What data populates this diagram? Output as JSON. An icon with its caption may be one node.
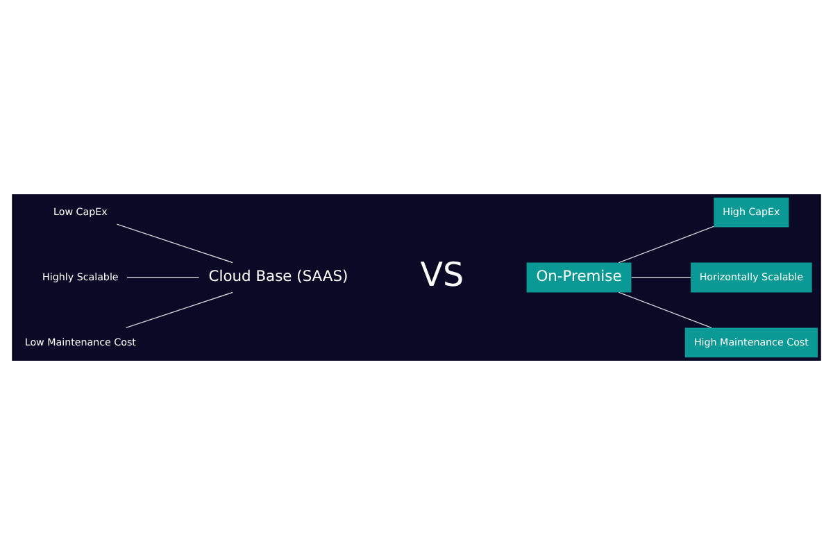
{
  "diagram": {
    "nodes": [
      {
        "text": [
          "Low CapEx"
        ]
      },
      {
        "text": [
          "Highly Scalable"
        ]
      },
      {
        "text": [
          "Low Maintenance Cost"
        ]
      },
      {
        "text": [
          "Cloud Base (SAAS)"
        ]
      },
      {
        "text": [
          "On-Premise"
        ]
      },
      {
        "text": [
          "High CapEx"
        ]
      },
      {
        "text": [
          "Horizontally Scalable"
        ]
      },
      {
        "text": [
          "High Maintenance Cost"
        ]
      }
    ],
    "edges": [
      {
        "from": 3,
        "to": 0,
        "arrow": "none"
      },
      {
        "from": 3,
        "to": 1,
        "arrow": "none"
      },
      {
        "from": 3,
        "to": 2,
        "arrow": "none"
      },
      {
        "from": 4,
        "to": 5,
        "arrow": "none"
      },
      {
        "from": 4,
        "to": 6,
        "arrow": "none"
      },
      {
        "from": 4,
        "to": 7,
        "arrow": "none"
      }
    ],
    "labels": [
      "VS"
    ]
  }
}
